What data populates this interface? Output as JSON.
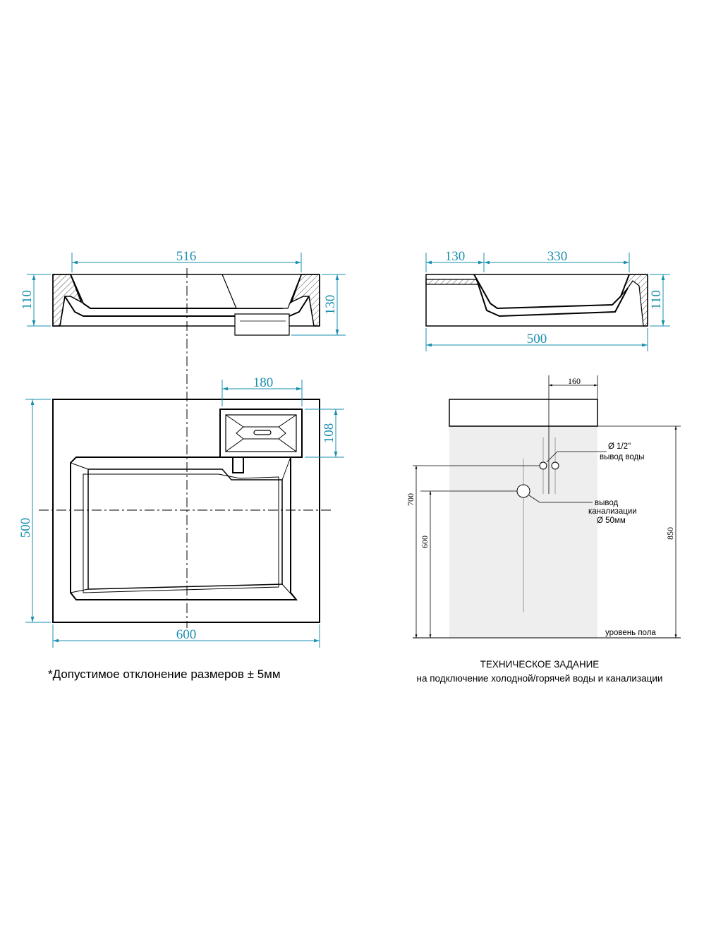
{
  "views": {
    "front_section": {
      "dim_width": "516",
      "dim_height_left": "110",
      "dim_height_right": "130"
    },
    "side_section": {
      "dim_shelf": "130",
      "dim_bowl": "330",
      "dim_height": "110",
      "dim_depth": "500"
    },
    "plan": {
      "dim_width": "600",
      "dim_depth": "500",
      "dim_drain_width": "180",
      "dim_drain_depth": "108"
    },
    "connection": {
      "dim_offset": "160",
      "dim_water_height": "700",
      "dim_drain_height": "600",
      "dim_total_height": "850",
      "label_water_size": "Ø 1/2\"",
      "label_water": "вывод воды",
      "label_drain_1": "вывод",
      "label_drain_2": "канализации",
      "label_drain_size": "Ø 50мм",
      "label_floor": "уровень пола"
    }
  },
  "notes": {
    "tolerance": "*Допустимое отклонение размеров ± 5мм",
    "spec_title": "ТЕХНИЧЕСКОЕ ЗАДАНИЕ",
    "spec_subtitle": "на подключение холодной/горячей воды и канализации"
  },
  "colors": {
    "dimension": "#1a8fb0",
    "outline": "#000000",
    "wall_fill": "#eeeeee",
    "hatch": "#555555"
  }
}
